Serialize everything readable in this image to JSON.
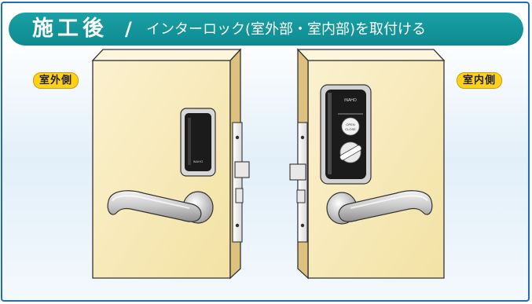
{
  "title": {
    "main": "施工後",
    "slash": "/",
    "subtitle": "インターロック(室外部・室内部)を取付ける"
  },
  "labels": {
    "outside": "室外側",
    "inside": "室内側"
  },
  "device": {
    "brand": "iNAHO",
    "button_line1": "OPEN",
    "button_line2": "CLOSE"
  },
  "colors": {
    "title_bar": "#129398",
    "label_badge": "#ffd21a",
    "door": "#f9ecc0",
    "frame_border": "#1f6fb8"
  }
}
